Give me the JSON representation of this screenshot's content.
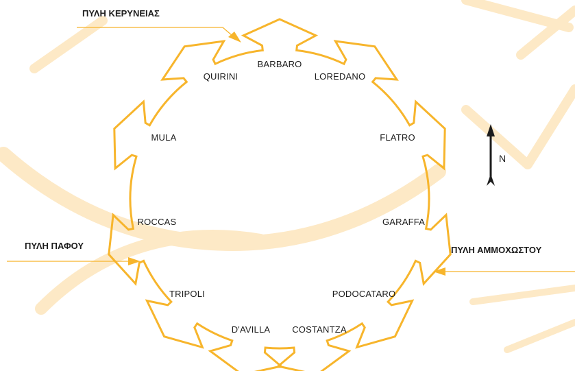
{
  "colors": {
    "wall": "#f7b52c",
    "watermark": "#fde9c6",
    "text": "#1c1c1c",
    "arrow": "#1c1c1c",
    "background": "#ffffff"
  },
  "bastions": [
    {
      "name": "BARBARO"
    },
    {
      "name": "LOREDANO"
    },
    {
      "name": "FLATRO"
    },
    {
      "name": "GARAFFA"
    },
    {
      "name": "PODOCATARO"
    },
    {
      "name": "COSTANTZA"
    },
    {
      "name": "D'AVILLA"
    },
    {
      "name": "TRIPOLI"
    },
    {
      "name": "ROCCAS"
    },
    {
      "name": "MULA"
    },
    {
      "name": "QUIRINI"
    }
  ],
  "gates": [
    {
      "name": "ΠΥΛΗ ΚΕΡΥΝΕΙΑΣ"
    },
    {
      "name": "ΠΥΛΗ ΠΑΦΟΥ"
    },
    {
      "name": "ΠΥΛΗ ΑΜΜΟΧΩΣΤΟΥ"
    }
  ],
  "north_label": "N"
}
